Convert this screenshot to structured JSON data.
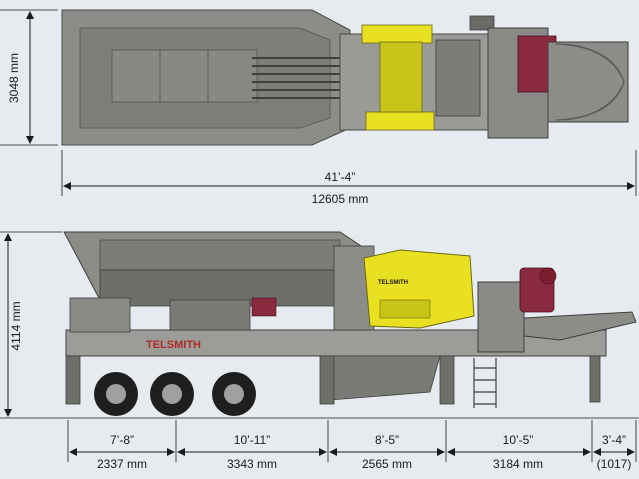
{
  "top_view": {
    "width_dimension": "3048 mm",
    "length_dimension_imperial": "41’-4”",
    "length_dimension_metric": "12605 mm"
  },
  "side_view": {
    "height_dimension": "4114 mm",
    "brand_label": "TELSMITH",
    "brand_label_crusher": "TELSMITH",
    "segments": [
      {
        "imperial": "7’-8”",
        "metric": "2337 mm"
      },
      {
        "imperial": "10’-11”",
        "metric": "3343 mm"
      },
      {
        "imperial": "8’-5”",
        "metric": "2565 mm"
      },
      {
        "imperial": "10’-5”",
        "metric": "3184 mm"
      },
      {
        "imperial": "3’-4”",
        "metric": "(1017)"
      }
    ]
  },
  "colors": {
    "background": "#e6ebf0",
    "machine_gray": "#8c8c88",
    "machine_dark": "#5a5a58",
    "crusher_yellow": "#e8e020",
    "motor_maroon": "#8a2a3e",
    "brand_red": "#b02a2a"
  }
}
